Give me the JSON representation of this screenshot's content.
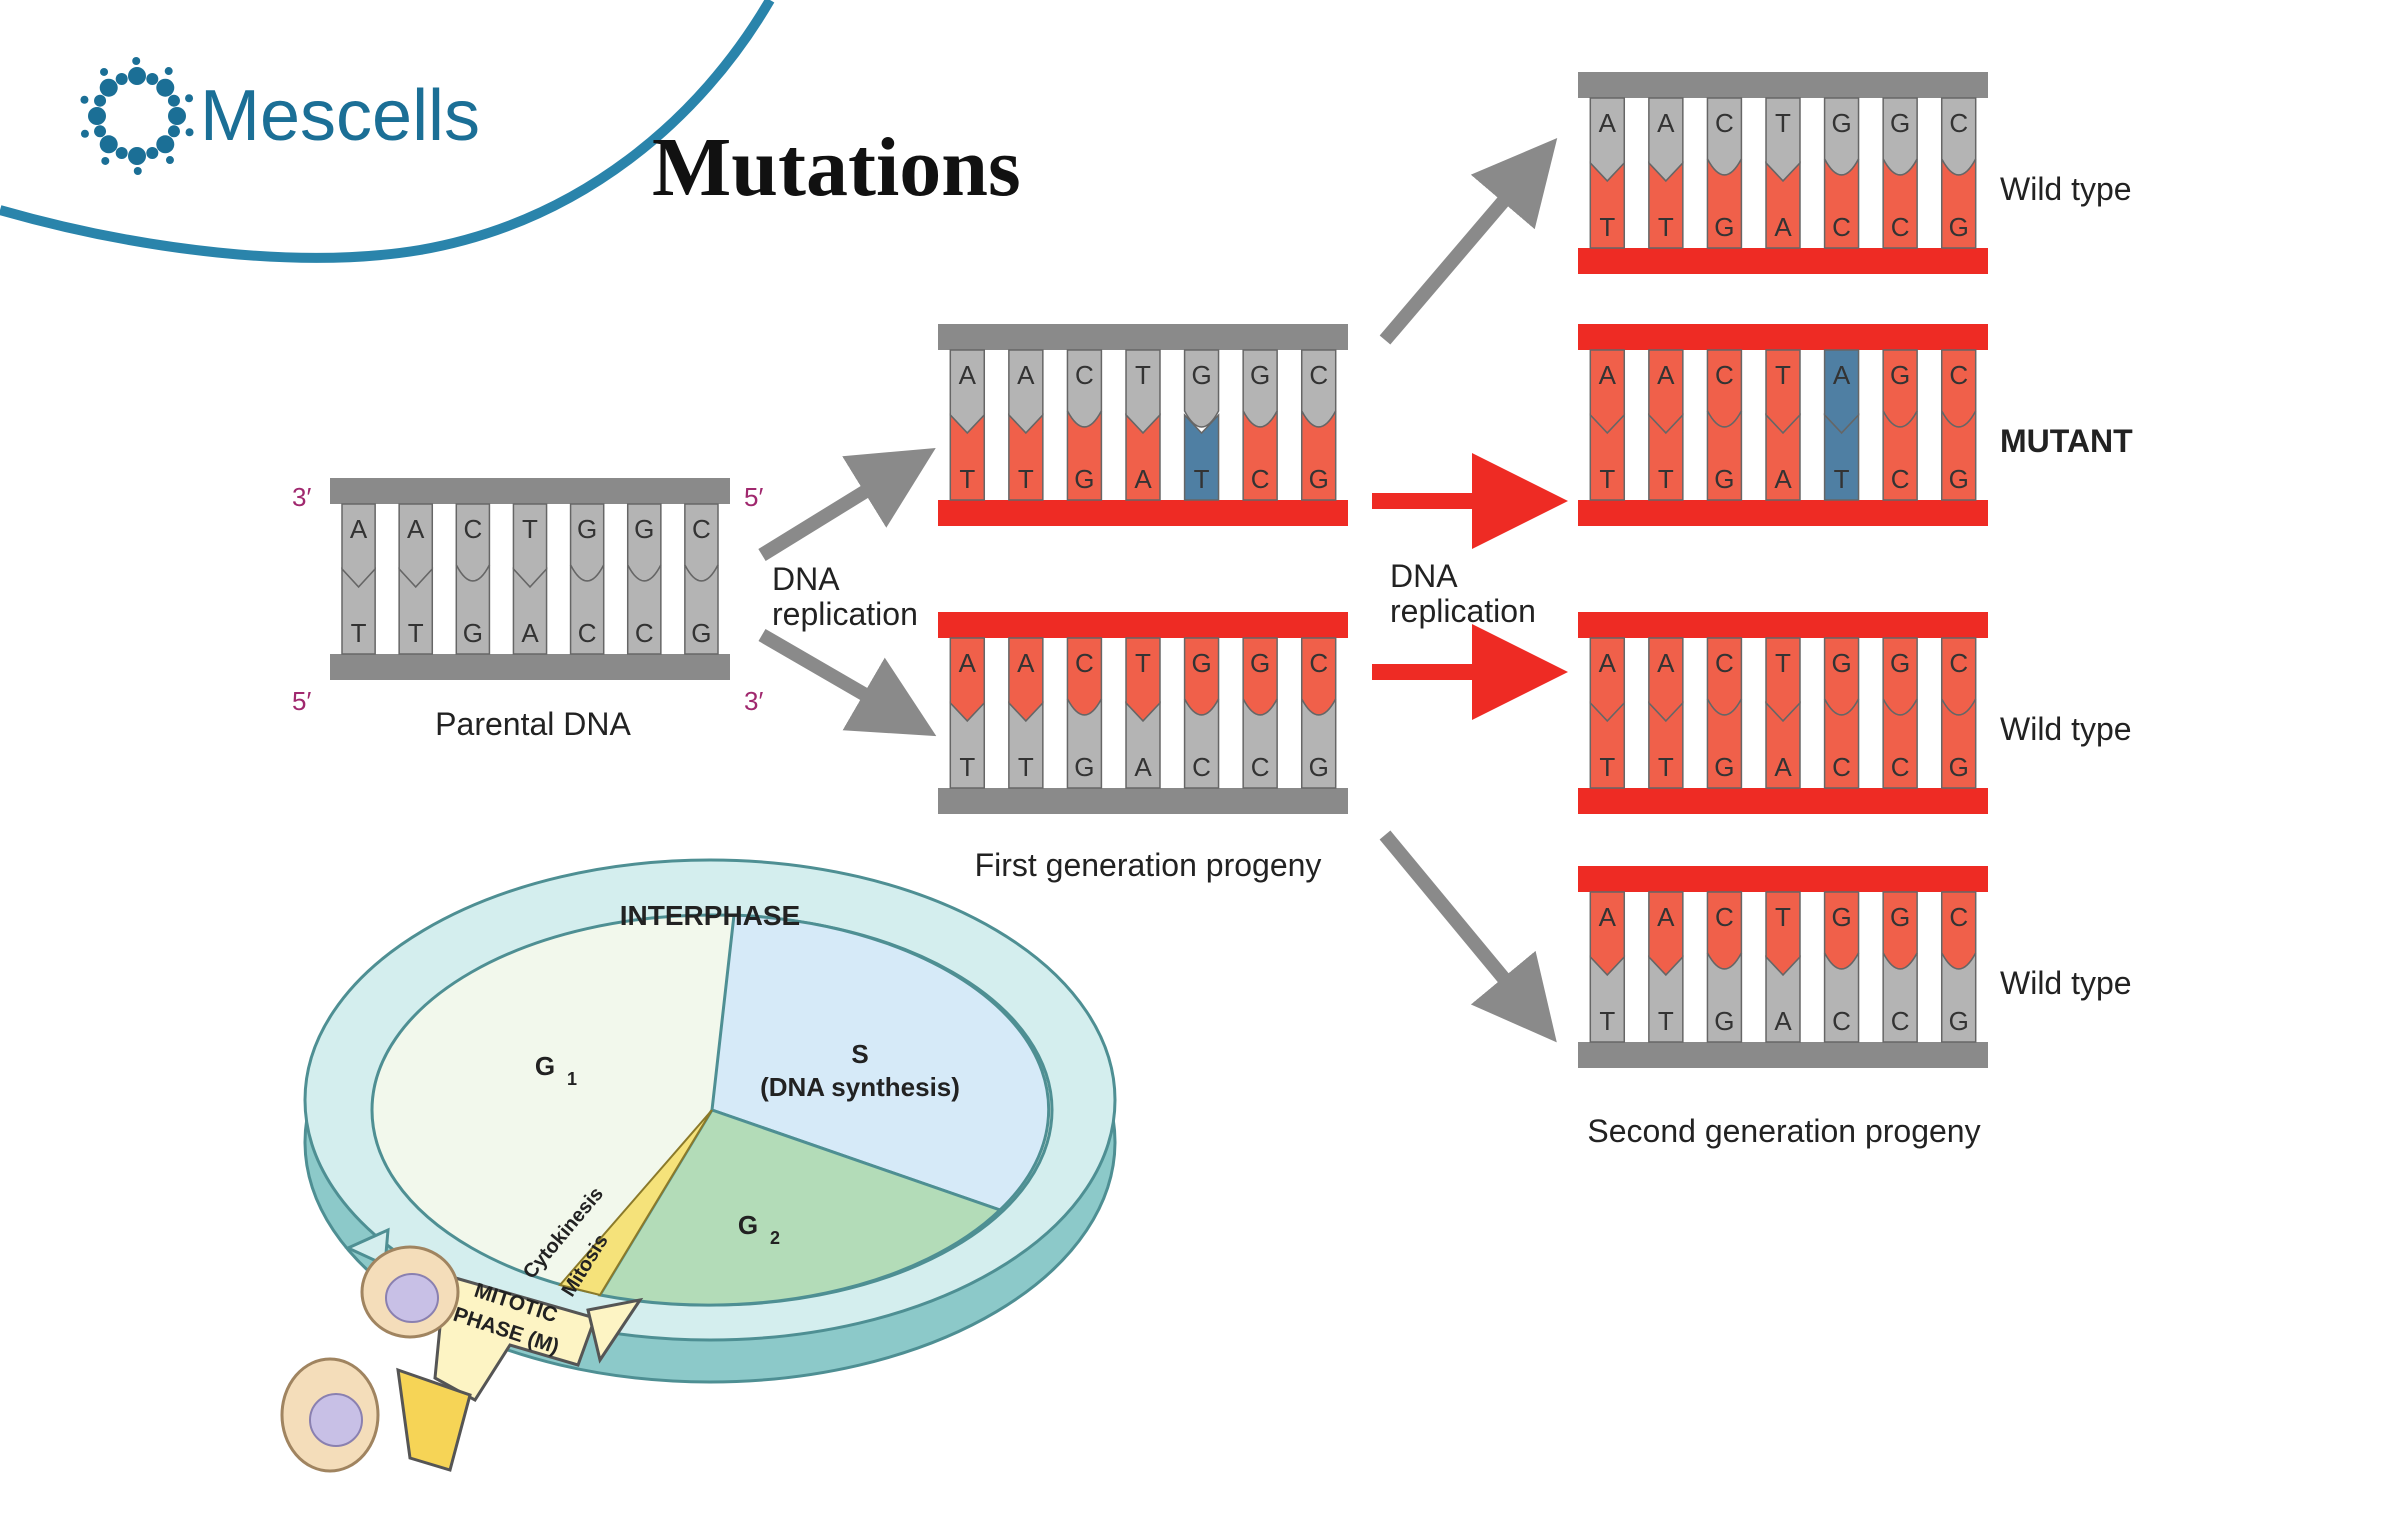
{
  "brand": {
    "name": "Mescells",
    "mark": "dot-ring-icon"
  },
  "title": "Mutations",
  "colors": {
    "grey": "#b4b4b4",
    "grey_rail": "#8a8a8a",
    "red": "#f0604a",
    "red_rail": "#ee2b24",
    "blue": "#4f7fa3",
    "swoosh": "#2a84ab",
    "logo": "#1b6f96"
  },
  "parental": {
    "label": "Parental DNA",
    "prime_top_left": "3′",
    "prime_top_right": "5′",
    "prime_bottom_left": "5′",
    "prime_bottom_right": "3′",
    "top": [
      "A",
      "A",
      "C",
      "T",
      "G",
      "G",
      "C"
    ],
    "bottom": [
      "T",
      "T",
      "G",
      "A",
      "C",
      "C",
      "G"
    ]
  },
  "replication_label_1": [
    "DNA",
    "replication"
  ],
  "replication_label_2": [
    "DNA",
    "replication"
  ],
  "first_generation": {
    "label": "First generation progeny",
    "strands": [
      {
        "top": [
          "A",
          "A",
          "C",
          "T",
          "G",
          "G",
          "C"
        ],
        "bottom": [
          "T",
          "T",
          "G",
          "A",
          "T",
          "C",
          "G"
        ]
      },
      {
        "top": [
          "A",
          "A",
          "C",
          "T",
          "G",
          "G",
          "C"
        ],
        "bottom": [
          "T",
          "T",
          "G",
          "A",
          "C",
          "C",
          "G"
        ]
      }
    ]
  },
  "second_generation": {
    "label": "Second generation progeny",
    "strands": [
      {
        "label": "Wild type",
        "top": [
          "A",
          "A",
          "C",
          "T",
          "G",
          "G",
          "C"
        ],
        "bottom": [
          "T",
          "T",
          "G",
          "A",
          "C",
          "C",
          "G"
        ]
      },
      {
        "label": "MUTANT",
        "top": [
          "A",
          "A",
          "C",
          "T",
          "A",
          "G",
          "C"
        ],
        "bottom": [
          "T",
          "T",
          "G",
          "A",
          "T",
          "C",
          "G"
        ]
      },
      {
        "label": "Wild type",
        "top": [
          "A",
          "A",
          "C",
          "T",
          "G",
          "G",
          "C"
        ],
        "bottom": [
          "T",
          "T",
          "G",
          "A",
          "C",
          "C",
          "G"
        ]
      },
      {
        "label": "Wild type",
        "top": [
          "A",
          "A",
          "C",
          "T",
          "G",
          "G",
          "C"
        ],
        "bottom": [
          "T",
          "T",
          "G",
          "A",
          "C",
          "C",
          "G"
        ]
      }
    ]
  },
  "cell_cycle": {
    "ring_label": "INTERPHASE",
    "g1": "G",
    "g1_sub": "1",
    "s_line1": "S",
    "s_line2": "(DNA synthesis)",
    "g2": "G",
    "g2_sub": "2",
    "cytokinesis": "Cytokinesis",
    "mitosis": "Mitosis",
    "mitotic_line1": "MITOTIC",
    "mitotic_line2": "PHASE (M)"
  }
}
